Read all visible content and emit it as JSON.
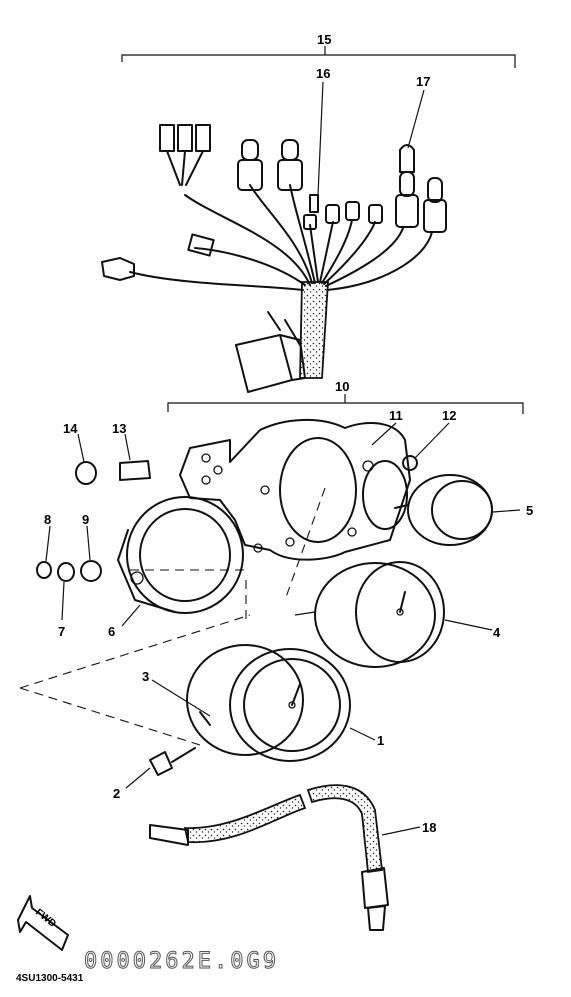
{
  "part_code": "4SU1300-5431",
  "stamp_code": "0000262E.0G9",
  "fwd_label": "FWD",
  "callouts": [
    {
      "id": "c1",
      "text": "1"
    },
    {
      "id": "c2",
      "text": "2"
    },
    {
      "id": "c3",
      "text": "3"
    },
    {
      "id": "c4",
      "text": "4"
    },
    {
      "id": "c5",
      "text": "5"
    },
    {
      "id": "c6",
      "text": "6"
    },
    {
      "id": "c7",
      "text": "7"
    },
    {
      "id": "c8",
      "text": "8"
    },
    {
      "id": "c9",
      "text": "9"
    },
    {
      "id": "c10",
      "text": "10"
    },
    {
      "id": "c11",
      "text": "11"
    },
    {
      "id": "c12",
      "text": "12"
    },
    {
      "id": "c13",
      "text": "13"
    },
    {
      "id": "c14",
      "text": "14"
    },
    {
      "id": "c15",
      "text": "15"
    },
    {
      "id": "c16",
      "text": "16"
    },
    {
      "id": "c17",
      "text": "17"
    },
    {
      "id": "c18",
      "text": "18"
    }
  ]
}
